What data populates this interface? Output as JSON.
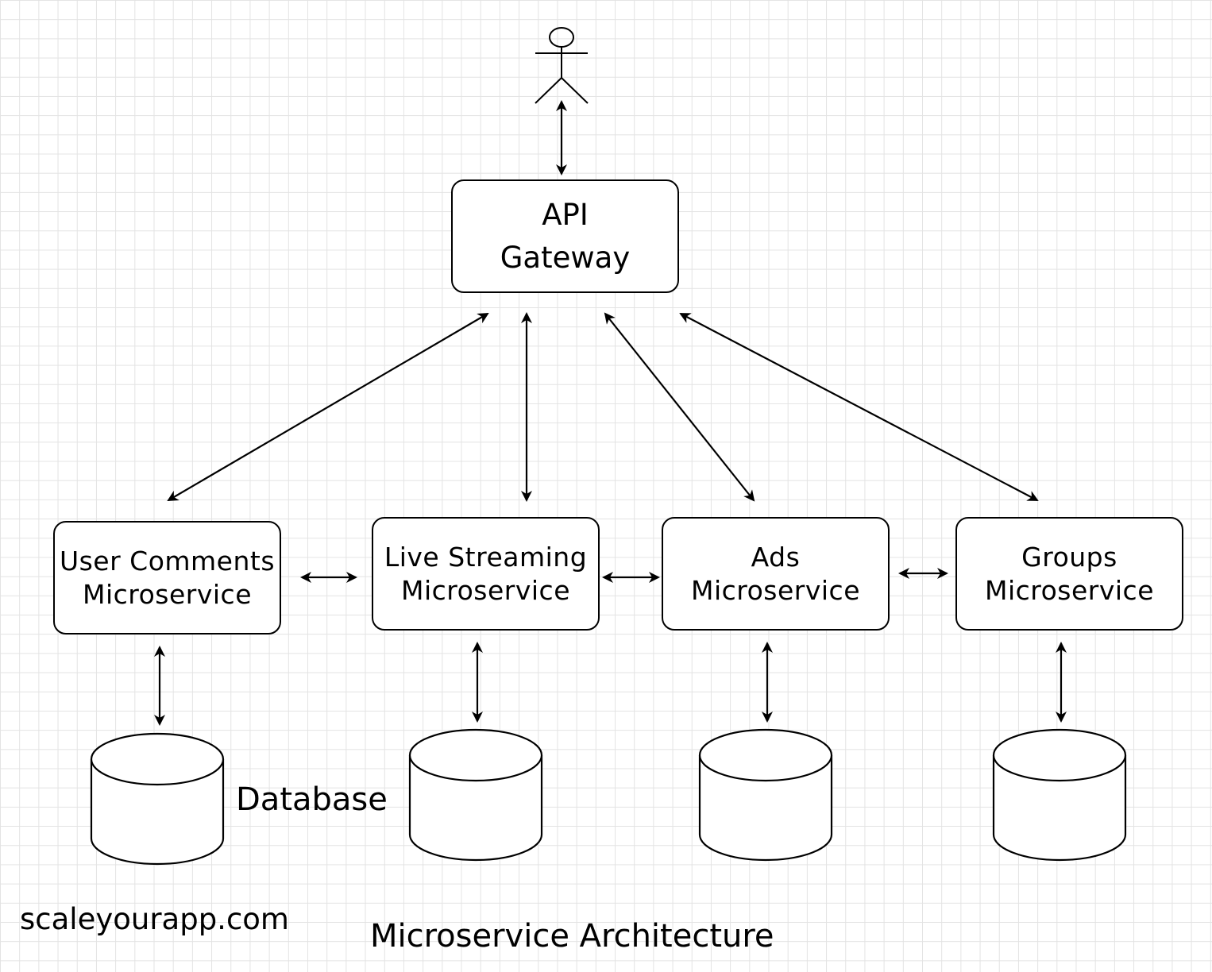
{
  "gateway": {
    "line1": "API",
    "line2": "Gateway"
  },
  "services": [
    {
      "line1": "User Comments",
      "line2": "Microservice"
    },
    {
      "line1": "Live Streaming",
      "line2": "Microservice"
    },
    {
      "line1": "Ads",
      "line2": "Microservice"
    },
    {
      "line1": "Groups",
      "line2": "Microservice"
    }
  ],
  "database_label": "Database",
  "brand": "scaleyourapp.com",
  "caption": "Microservice Architecture",
  "icons": {
    "user": "stick-figure-user-icon",
    "database": "cylinder-database-icon"
  }
}
